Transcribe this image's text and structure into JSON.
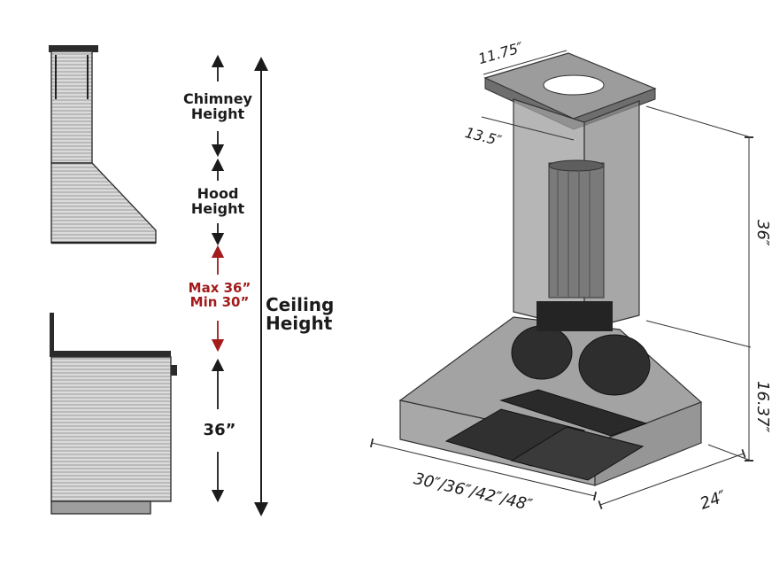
{
  "labels": {
    "chimney_height_1": "Chimney",
    "chimney_height_2": "Height",
    "hood_height_1": "Hood",
    "hood_height_2": "Height",
    "clearance_max": "Max 36”",
    "clearance_min": "Min 30”",
    "counter_height": "36”",
    "ceiling_height_1": "Ceiling",
    "ceiling_height_2": "Height"
  },
  "dimensions": {
    "top_depth": "11.75″",
    "top_width": "13.5″",
    "chimney_height": "36″",
    "hood_height": "16.37″",
    "widths": "30″/36″/42″/48″",
    "depth": "24″"
  },
  "colors": {
    "text": "#1b1b1b",
    "clearance": "#a31b1b",
    "steel_light": "#d9d9d9",
    "steel_dark": "#555555",
    "outline": "#222222"
  }
}
